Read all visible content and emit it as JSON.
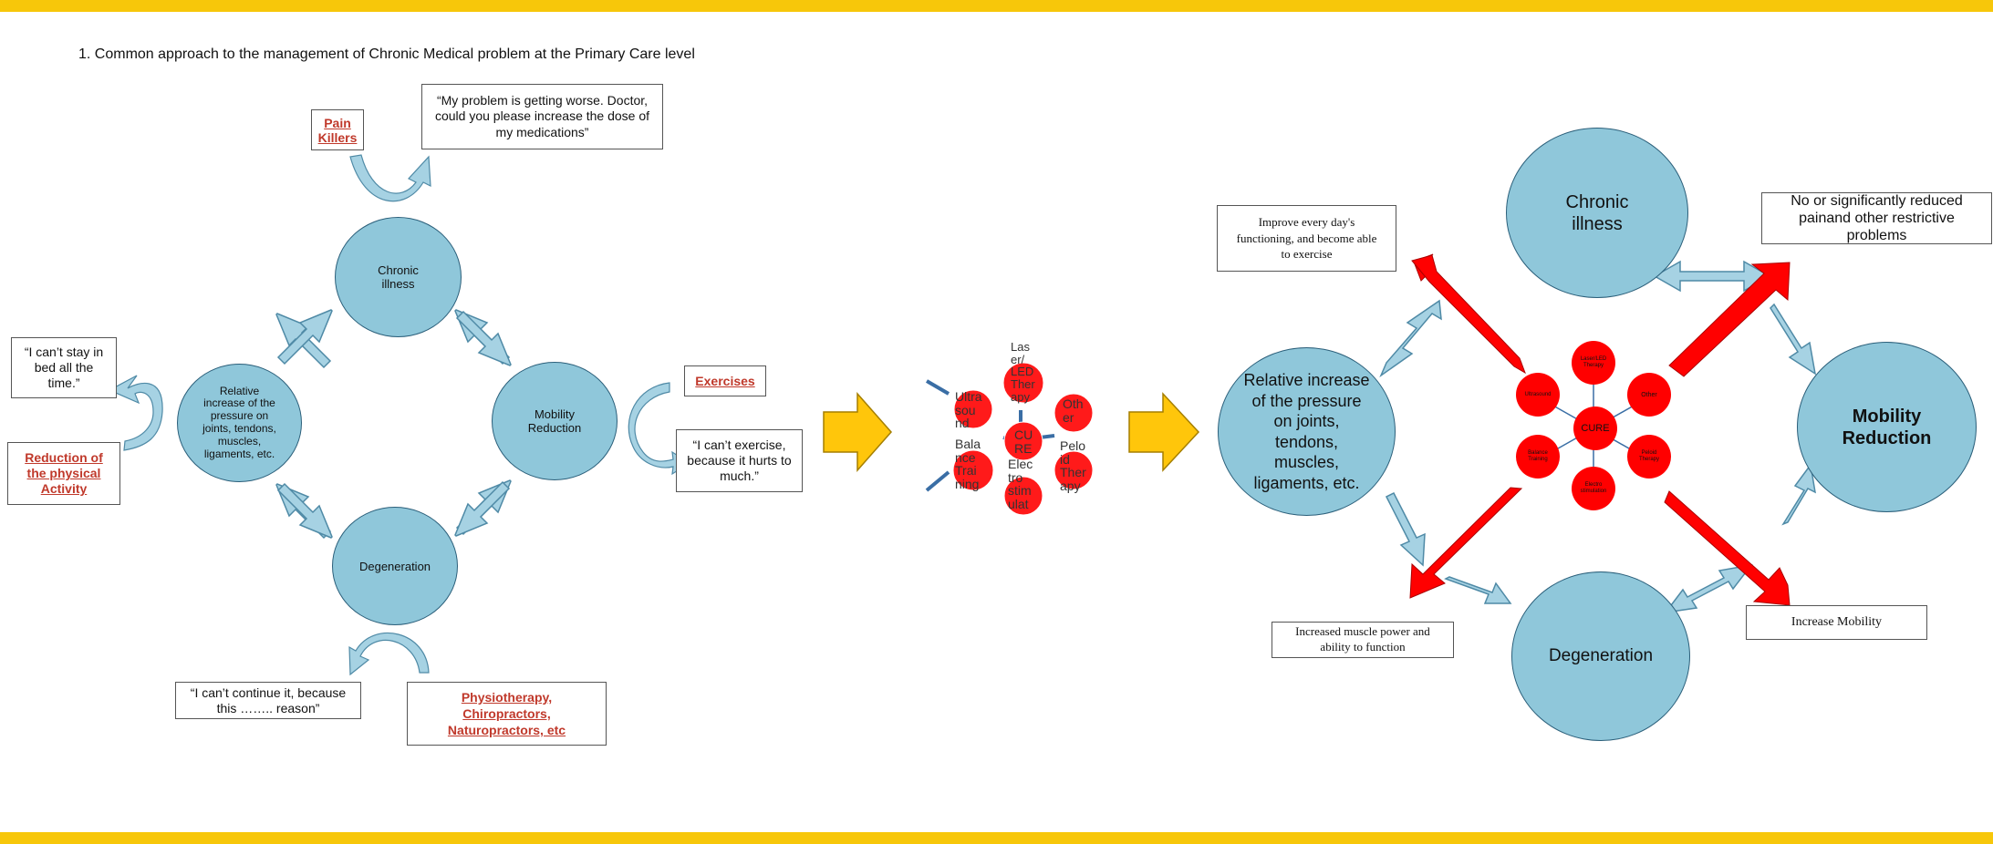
{
  "colors": {
    "band": "#f7c70a",
    "node_fill": "#8fc7da",
    "node_border": "#2b5f7a",
    "arrow_fill": "#a6d2e3",
    "arrow_stroke": "#4f8aa6",
    "red_arrow": "#ff0000",
    "cure_fill": "#ff0000",
    "big_arrow": "#ffc60b",
    "big_arrow_stroke": "#a57f00",
    "link_text": "#c0392b"
  },
  "title": "1. Common approach to the management of Chronic Medical problem at the Primary Care level",
  "left": {
    "nodes": {
      "chronic": "Chronic illness",
      "relative": "Relative increase of the pressure on joints, tendons, muscles, ligaments, etc.",
      "mobility": "Mobility Reduction",
      "degeneration": "Degeneration"
    },
    "notes": {
      "pain_killers": "Pain Killers",
      "doctor_quote": "“My problem is getting worse. Doctor, could you please increase the dose of my medications”",
      "bed_quote": "“I can’t stay in bed all the time.”",
      "reduction": "Reduction of the physical Activity",
      "exercises": "Exercises",
      "exercise_quote": "“I can’t exercise, because it hurts to much.”",
      "continue_quote": "“I can’t continue it, because this …….. reason”",
      "physio": "Physiotherapy, Chiropractors, Naturopractors, etc"
    }
  },
  "thumbnail": {
    "labels": [
      "Las",
      "er/",
      "LED",
      "Ther",
      "apy",
      "Ultra",
      "sou",
      "nd",
      "Oth",
      "er",
      "CU",
      "RE",
      "Bala",
      "nce",
      "Trai",
      "ning",
      "Pelo",
      "id",
      "Ther",
      "apy",
      "Elec",
      "tro",
      "stim",
      "ulat"
    ]
  },
  "right": {
    "nodes": {
      "chronic": "Chronic illness",
      "relative": "Relative increase of the pressure on joints, tendons, muscles, ligaments, etc.",
      "mobility": "Mobility Reduction",
      "degeneration": "Degeneration"
    },
    "notes": {
      "improve": "Improve every day's functioning, and become able to exercise",
      "no_pain": "No or significantly reduced painand other restrictive problems",
      "muscle": "Increased muscle power and ability to function",
      "increase_mobility": "Increase Mobility"
    },
    "cure": {
      "center": "CURE",
      "items": [
        "Laser/LED Therapy",
        "Other",
        "Peloid Therapy",
        "Electro stimulation",
        "Balance Training",
        "Ultrasound"
      ]
    }
  }
}
